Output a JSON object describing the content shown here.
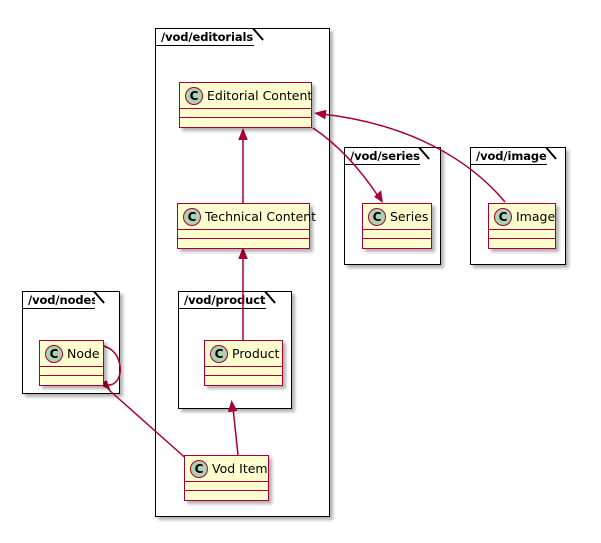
{
  "diagram": {
    "type": "uml-class-diagram",
    "title": "",
    "background": "#FFFFFF",
    "class_fill": "#FEFECE",
    "class_border": "#A80036",
    "icon_fill": "#ADD1B2",
    "package_border": "#000000",
    "arrow_color": "#A80036"
  },
  "packages": [
    {
      "id": "editorials",
      "label": "/vod/editorials"
    },
    {
      "id": "series",
      "label": "/vod/series"
    },
    {
      "id": "images",
      "label": "/vod/images"
    },
    {
      "id": "nodes",
      "label": "/vod/nodes"
    },
    {
      "id": "products",
      "label": "/vod/products"
    }
  ],
  "classes": [
    {
      "id": "editorial_content",
      "name": "Editorial Content",
      "stereotype_icon": "C",
      "package": "editorials"
    },
    {
      "id": "technical_content",
      "name": "Technical Content",
      "stereotype_icon": "C",
      "package": "editorials"
    },
    {
      "id": "vod_item",
      "name": "Vod Item",
      "stereotype_icon": "C",
      "package": "editorials"
    },
    {
      "id": "series",
      "name": "Series",
      "stereotype_icon": "C",
      "package": "series"
    },
    {
      "id": "image",
      "name": "Image",
      "stereotype_icon": "C",
      "package": "images"
    },
    {
      "id": "node",
      "name": "Node",
      "stereotype_icon": "C",
      "package": "nodes"
    },
    {
      "id": "product",
      "name": "Product",
      "stereotype_icon": "C",
      "package": "products"
    }
  ],
  "relationships": [
    {
      "id": "tech_to_editorial",
      "from": "technical_content",
      "to": "editorial_content",
      "style": "straight"
    },
    {
      "id": "product_to_tech",
      "from": "product",
      "to": "technical_content",
      "style": "straight"
    },
    {
      "id": "voditem_to_product",
      "from": "vod_item",
      "to": "product",
      "style": "straight"
    },
    {
      "id": "voditem_to_node",
      "from": "vod_item",
      "to": "node",
      "style": "straight"
    },
    {
      "id": "node_to_node",
      "from": "node",
      "to": "node",
      "style": "self-loop"
    },
    {
      "id": "editorial_to_series",
      "from": "editorial_content",
      "to": "series",
      "style": "curve"
    },
    {
      "id": "image_to_editorial",
      "from": "image",
      "to": "editorial_content",
      "style": "curve"
    }
  ]
}
